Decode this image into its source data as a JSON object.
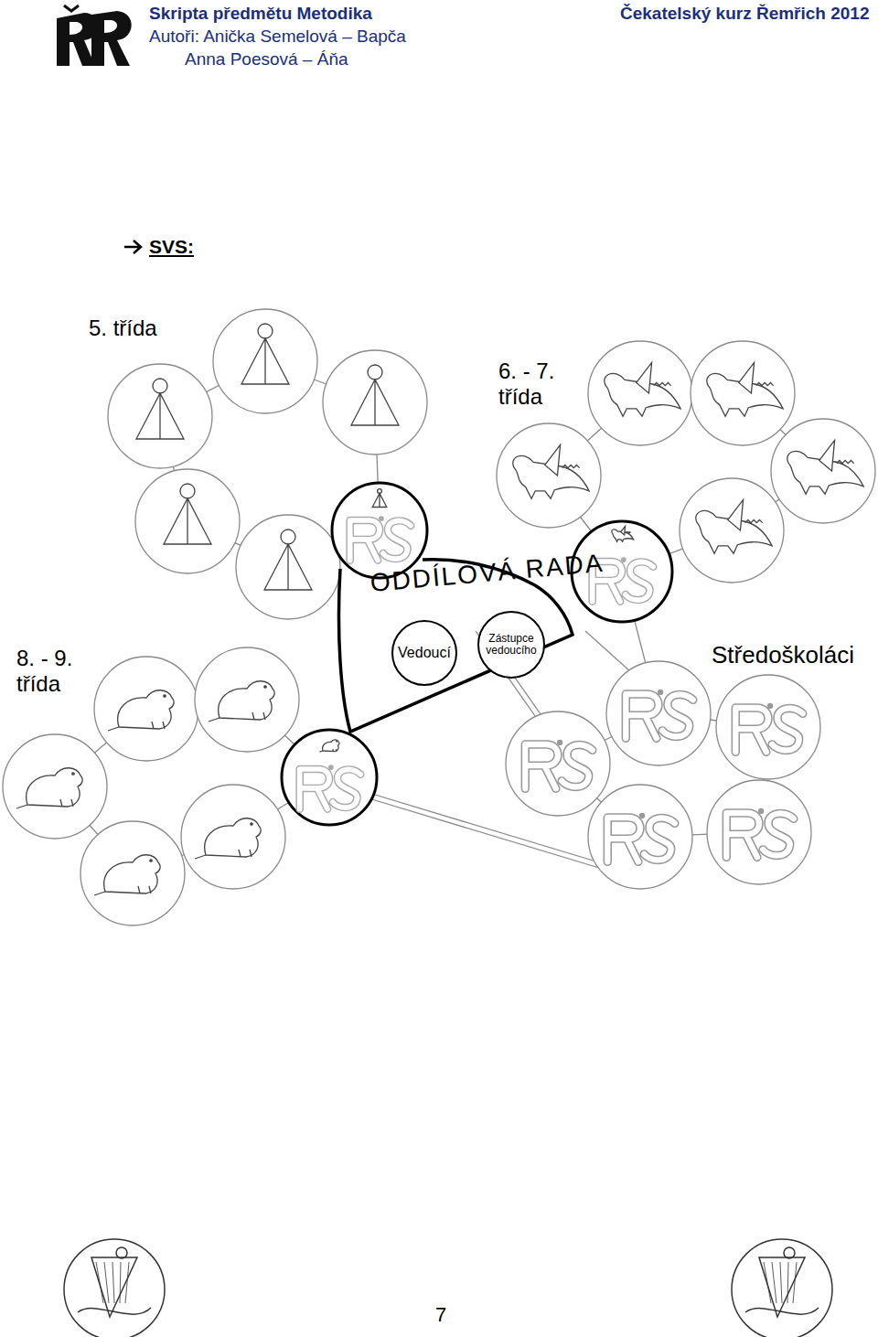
{
  "diagram": {
    "nodes": [
      {
        "text": [
          "ODDÍLOVÁ RADA"
        ]
      },
      {
        "text": [
          "Vedoucí"
        ],
        "in": 0
      },
      {
        "text": [
          "Zástupce vedoucího"
        ],
        "in": 0
      }
    ],
    "labels": [
      "Skripta předmětu Metodika",
      "Čekatelský kurz Řemřich 2012",
      "Autoři: Anička Semelová – Bapča",
      "Anna Poesová – Áňa",
      "SVS:",
      "5. třída",
      "6. - 7. třída",
      "8. - 9. třída",
      "Středoškoláci",
      "7"
    ]
  }
}
